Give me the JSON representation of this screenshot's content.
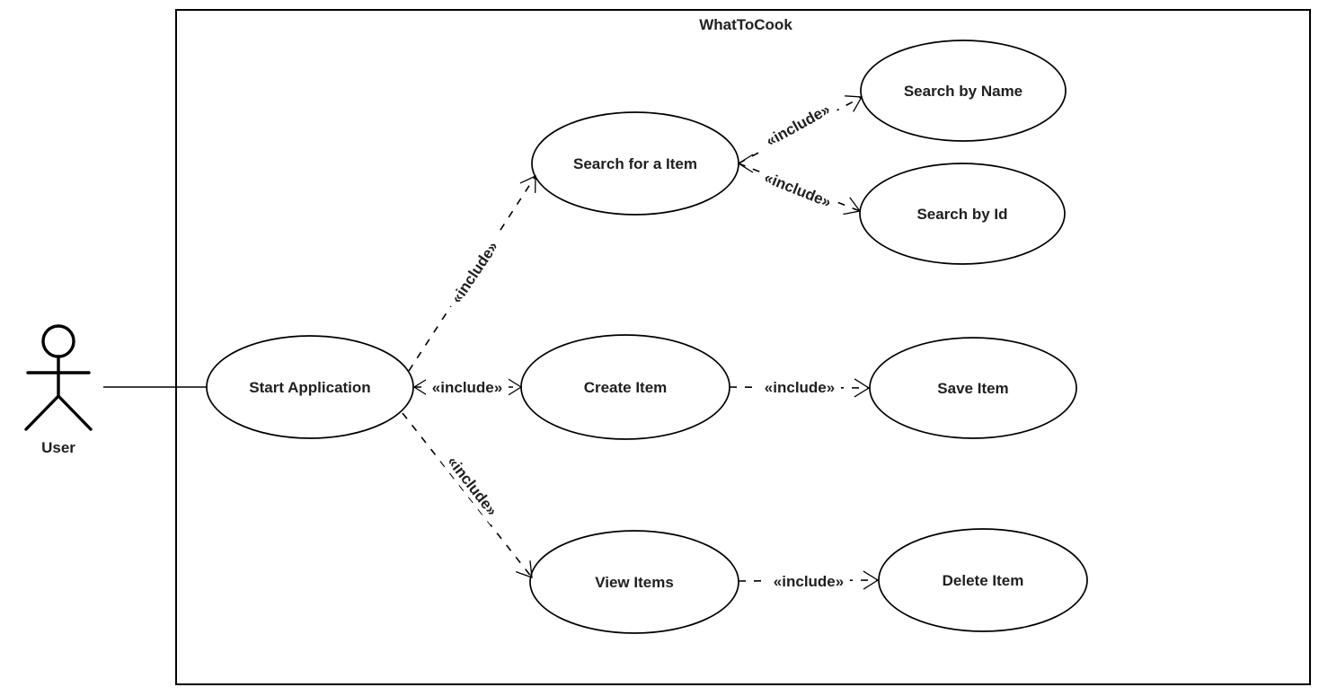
{
  "system": {
    "title": "WhatToCook"
  },
  "actor": {
    "label": "User"
  },
  "use_cases": [
    {
      "id": "start-application",
      "label": "Start Application"
    },
    {
      "id": "search-for-a-item",
      "label": "Search for a Item"
    },
    {
      "id": "search-by-name",
      "label": "Search by Name"
    },
    {
      "id": "search-by-id",
      "label": "Search by Id"
    },
    {
      "id": "create-item",
      "label": "Create Item"
    },
    {
      "id": "save-item",
      "label": "Save Item"
    },
    {
      "id": "view-items",
      "label": "View Items"
    },
    {
      "id": "delete-item",
      "label": "Delete Item"
    }
  ],
  "edges": [
    {
      "from": "Start Application",
      "to": "Search for a Item",
      "label": "«include»",
      "style": "dashed-open-arrow"
    },
    {
      "from": "Start Application",
      "to": "Create Item",
      "label": "«include»",
      "style": "dashed-open-arrow-both-ends"
    },
    {
      "from": "Start Application",
      "to": "View Items",
      "label": "«include»",
      "style": "dashed-open-arrow"
    },
    {
      "from": "Search for a Item",
      "to": "Search by Name",
      "label": "«include»",
      "style": "dashed-open-arrow"
    },
    {
      "from": "Search for a Item",
      "to": "Search by Id",
      "label": "«include»",
      "style": "dashed-open-arrow"
    },
    {
      "from": "Create Item",
      "to": "Save Item",
      "label": "«include»",
      "style": "dashed-open-arrow"
    },
    {
      "from": "View Items",
      "to": "Delete Item",
      "label": "«include»",
      "style": "dashed-open-arrow"
    }
  ],
  "association": {
    "from": "User",
    "to": "Start Application",
    "style": "solid-line"
  },
  "colors": {
    "stroke": "#000000",
    "text": "#202020",
    "background": "#ffffff",
    "label_background": "#ffffff"
  }
}
